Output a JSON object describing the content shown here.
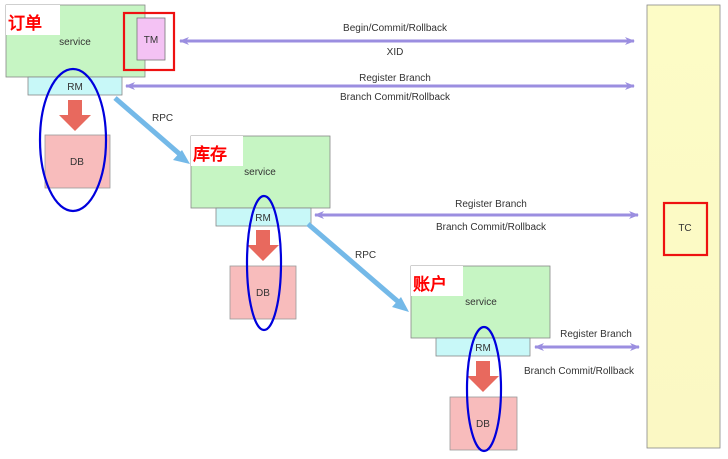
{
  "colors": {
    "service_fill": "#c6f5c3",
    "rm_fill": "#c8f8f8",
    "db_fill": "#f8bcbc",
    "tm_fill": "#f4c2f4",
    "tc_fill": "#fdfcc6",
    "arrow_purple": "#9b8ee0",
    "rpc_arrow": "#74b9e8",
    "db_arrow": "#e8695e",
    "highlight_red": "#ee1111",
    "highlight_blue": "#0000dd"
  },
  "services": [
    {
      "name": "订单",
      "service_label": "service",
      "rm_label": "RM",
      "db_label": "DB",
      "tm_label": "TM"
    },
    {
      "name": "库存",
      "service_label": "service",
      "rm_label": "RM",
      "db_label": "DB"
    },
    {
      "name": "账户",
      "service_label": "service",
      "rm_label": "RM",
      "db_label": "DB"
    }
  ],
  "tc": {
    "label": "TC"
  },
  "links": {
    "tm_tc_top": "Begin/Commit/Rollback",
    "tm_tc_bottom": "XID",
    "rm1_top": "Register Branch",
    "rm1_bottom": "Branch Commit/Rollback",
    "rm2_top": "Register Branch",
    "rm2_bottom": "Branch Commit/Rollback",
    "rm3_top": "Register Branch",
    "rm3_bottom": "Branch Commit/Rollback",
    "rpc1": "RPC",
    "rpc2": "RPC"
  }
}
